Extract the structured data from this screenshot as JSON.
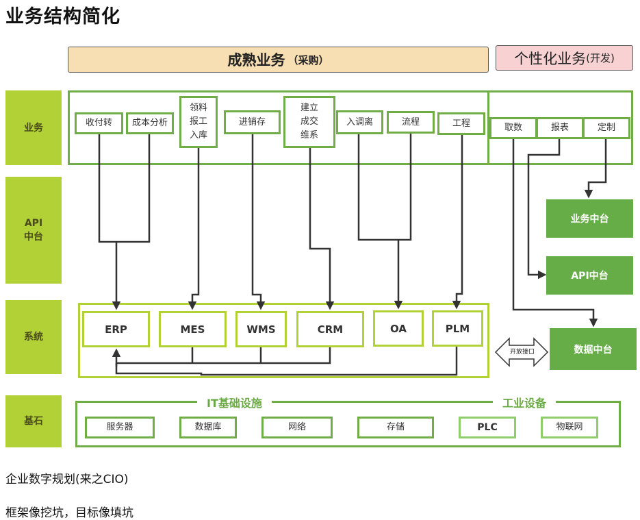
{
  "page": {
    "title": "业务结构简化",
    "footer_lines": [
      "企业数字规划(来之CIO)",
      "框架像挖坑，目标像填坑"
    ]
  },
  "banners": {
    "mature": {
      "main": "成熟业务",
      "sub": "（采购）"
    },
    "custom": {
      "main": "个性化业务",
      "sub": "(开发)"
    }
  },
  "layers": {
    "business": "业务",
    "api_line1": "API",
    "api_line2": "中台",
    "system": "系统",
    "foundation": "基石"
  },
  "business_items": [
    {
      "lines": [
        "收付转"
      ]
    },
    {
      "lines": [
        "成本分析"
      ]
    },
    {
      "lines": [
        "领料",
        "报工",
        "入库"
      ]
    },
    {
      "lines": [
        "进销存"
      ]
    },
    {
      "lines": [
        "建立",
        "成交",
        "维系"
      ]
    },
    {
      "lines": [
        "入调离"
      ]
    },
    {
      "lines": [
        "流程"
      ]
    },
    {
      "lines": [
        "工程"
      ]
    }
  ],
  "custom_items": [
    "取数",
    "报表",
    "定制"
  ],
  "middle_platforms": {
    "business": "业务中台",
    "api": "API中台",
    "data": "数据中台"
  },
  "systems": [
    "ERP",
    "MES",
    "WMS",
    "CRM",
    "OA",
    "PLM"
  ],
  "open_interface": "开放接口",
  "foundation": {
    "it_label": "IT基础设施",
    "industrial_label": "工业设备",
    "it_items": [
      "服务器",
      "数据库",
      "网络",
      "存储"
    ],
    "industrial_items": [
      "PLC",
      "物联网"
    ]
  },
  "colors": {
    "layer_bg": "#b1d136",
    "frame_green": "#70ad47",
    "middle_platform": "#66ad47",
    "mature_banner": "#f8dfb3",
    "custom_banner": "#f8d2d2",
    "connector": "#333333"
  }
}
